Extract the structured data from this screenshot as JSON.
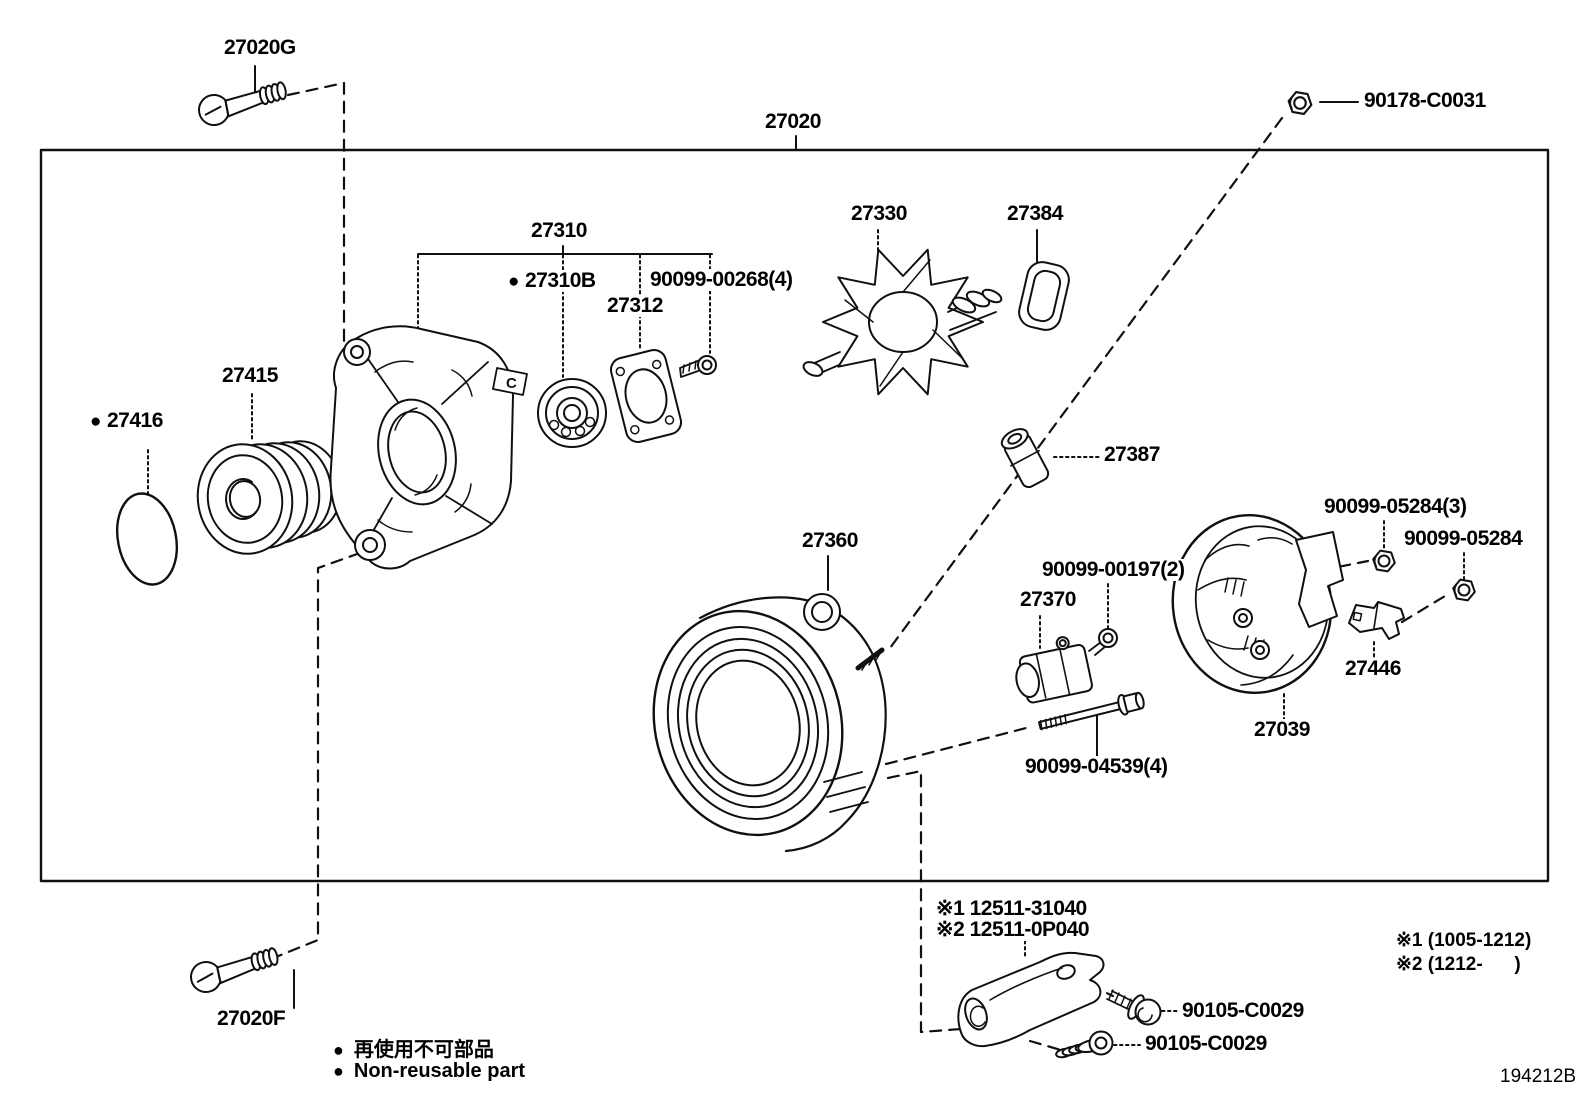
{
  "figure_code": "194212B",
  "assembly_box_label": "27020",
  "housing_tab_letter": "C",
  "legend": {
    "bullet": "●",
    "ja": "再使用不可部品",
    "en": "Non-reusable part"
  },
  "notes": {
    "n1": "※1 (1005-1212)",
    "n2": "※2 (1212-      )"
  },
  "labels": {
    "p27020g": {
      "text": "27020G"
    },
    "p90178c0031": {
      "text": "90178-C0031"
    },
    "p27310": {
      "text": "27310"
    },
    "p27310b": {
      "marker": "●",
      "text": "27310B"
    },
    "p27312": {
      "text": "27312"
    },
    "p9009900268": {
      "text": "90099-00268(4)"
    },
    "p27415": {
      "text": "27415"
    },
    "p27416": {
      "marker": "●",
      "text": "27416"
    },
    "p27330": {
      "text": "27330"
    },
    "p27384": {
      "text": "27384"
    },
    "p27387": {
      "text": "27387"
    },
    "p27360": {
      "text": "27360"
    },
    "p27370": {
      "text": "27370"
    },
    "p9009900197": {
      "text": "90099-00197(2)"
    },
    "p9009904539": {
      "text": "90099-04539(4)"
    },
    "p27039": {
      "text": "27039"
    },
    "p90099052843": {
      "text": "90099-05284(3)"
    },
    "p9009905284": {
      "text": "90099-05284"
    },
    "p27446": {
      "text": "27446"
    },
    "p12511line1": {
      "text": "※1 12511-31040"
    },
    "p12511line2": {
      "text": "※2 12511-0P040"
    },
    "p90105c0029a": {
      "text": "90105-C0029"
    },
    "p90105c0029b": {
      "text": "90105-C0029"
    },
    "p27020f": {
      "text": "27020F"
    }
  }
}
